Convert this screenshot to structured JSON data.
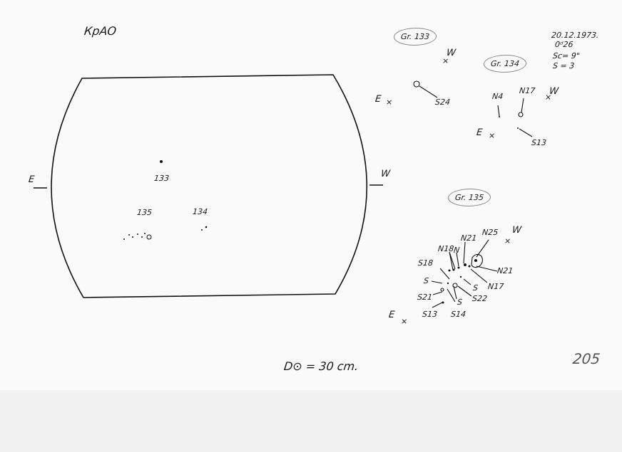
{
  "header": {
    "observatory": "КрАО"
  },
  "observation": {
    "date": "20.12.1973.",
    "time": "0ᵈ26",
    "seeing": "Sc= 9\"",
    "scale": "S = 3"
  },
  "disk": {
    "east": "E",
    "west": "W",
    "diameter": "D⊙ = 30 cm.",
    "groups": [
      "133",
      "134",
      "135"
    ]
  },
  "insets": {
    "g133": {
      "title": "Gr. 133",
      "E": "E",
      "W": "W",
      "labels": [
        "S24"
      ]
    },
    "g134": {
      "title": "Gr. 134",
      "E": "E",
      "W": "W",
      "labels": [
        "N4",
        "N17",
        "S13"
      ]
    },
    "g135": {
      "title": "Gr. 135",
      "E": "E",
      "W": "W",
      "labels": [
        "N25",
        "N21",
        "N18",
        "N",
        "S18",
        "N21",
        "N17",
        "S",
        "S",
        "S22",
        "S21",
        "S",
        "S13",
        "S14"
      ]
    }
  },
  "page_number": "205"
}
